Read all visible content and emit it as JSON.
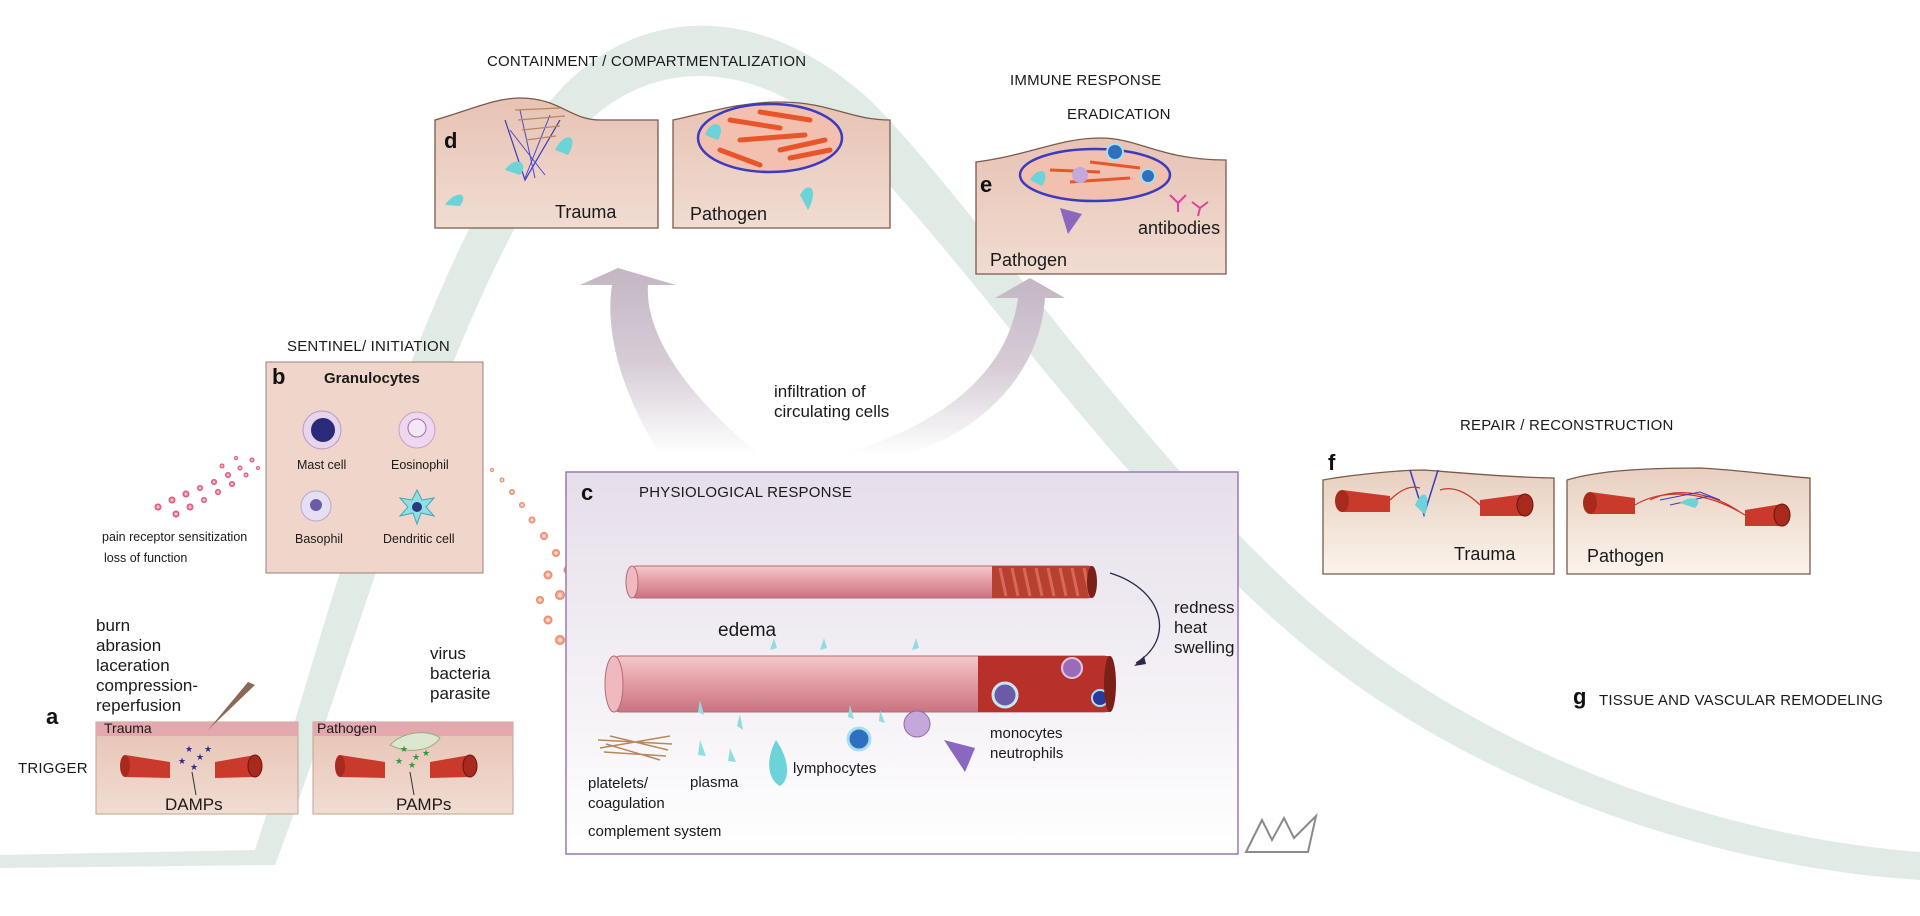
{
  "colors": {
    "curve": "#dfe9e5",
    "tissue": "#ecd0c4",
    "tissue_edge": "#7a5a4a",
    "vessel": "#c93a2c",
    "vessel_dark": "#8e1f15",
    "purple_box": "#9b78b6",
    "arrow": "#c9bcc8",
    "fibrin": "#3b3bbf",
    "collagen": "#e8552a",
    "cell_cyan": "#6cd3d8",
    "pink_dot": "#e0557a",
    "salmon_dot": "#f08c70"
  },
  "labels": {
    "trigger": "TRIGGER",
    "containment": "CONTAINMENT /   COMPARTMENTALIZATION",
    "immune_response": "IMMUNE RESPONSE",
    "eradication": "ERADICATION",
    "sentinel": "SENTINEL/ INITIATION",
    "infiltration": [
      "infiltration of",
      "circulating cells"
    ],
    "physiological": "PHYSIOLOGICAL RESPONSE",
    "repair": "REPAIR / RECONSTRUCTION",
    "remodeling": "TISSUE AND VASCULAR REMODELING"
  },
  "panel_a": {
    "letter": "a",
    "injuries": [
      "burn",
      "abrasion",
      "laceration",
      "compression-",
      "reperfusion"
    ],
    "trauma": "Trauma",
    "damps": "DAMPs",
    "pathogen": "Pathogen",
    "pathogens_list": [
      "virus",
      "bacteria",
      "parasite"
    ],
    "pamps": "PAMPs"
  },
  "panel_b": {
    "letter": "b",
    "title": "Granulocytes",
    "cells": [
      "Mast cell",
      "Eosinophil",
      "Basophil",
      "Dendritic cell"
    ],
    "side_notes": [
      "pain receptor sensitization",
      "loss of function"
    ]
  },
  "panel_c": {
    "letter": "c",
    "edema": "edema",
    "signs": [
      "redness",
      "heat",
      "swelling"
    ],
    "platelets": [
      "platelets/",
      "coagulation"
    ],
    "plasma": "plasma",
    "lymphocytes": "lymphocytes",
    "mono_neutro": [
      "monocytes",
      "neutrophils"
    ],
    "complement": "complement system"
  },
  "panel_d": {
    "letter": "d",
    "trauma": "Trauma",
    "pathogen": "Pathogen"
  },
  "panel_e": {
    "letter": "e",
    "pathogen": "Pathogen",
    "antibodies": "antibodies"
  },
  "panel_f": {
    "letter": "f",
    "trauma": "Trauma",
    "pathogen": "Pathogen"
  },
  "panel_g": {
    "letter": "g"
  }
}
